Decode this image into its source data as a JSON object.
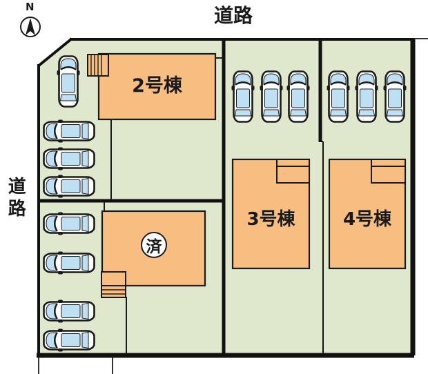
{
  "compass": {
    "north_label": "N"
  },
  "roads": {
    "top_label": "道路",
    "left_label": "道路"
  },
  "lots": {
    "lot2": {
      "building_label": "2号棟",
      "parking_count": 4
    },
    "sold_lot": {
      "status_label": "済",
      "parking_count": 4
    },
    "lot3": {
      "building_label": "3号棟",
      "parking_count": 3
    },
    "lot4": {
      "building_label": "4号棟",
      "parking_count": 3
    }
  },
  "colors": {
    "lot_green": "#dfe8cd",
    "building_orange": "#f8bd81",
    "car_glass_blue": "#bfdff2",
    "line_black": "#1a1a1a"
  }
}
